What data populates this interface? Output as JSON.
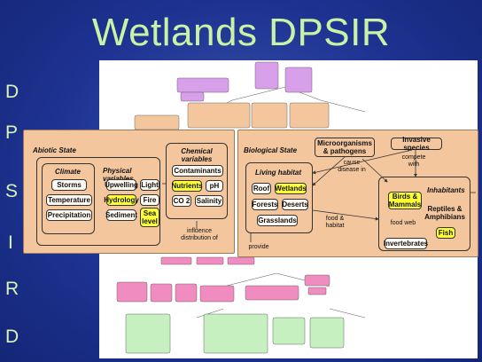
{
  "title": "Wetlands DPSIR",
  "side_letters": [
    "D",
    "P",
    "S",
    "I",
    "R",
    "D"
  ],
  "abiotic": {
    "header": "Abiotic State",
    "climate": {
      "header": "Climate",
      "items": [
        "Storms",
        "Temperature",
        "Precipitation"
      ]
    },
    "physical": {
      "header": "Physical variables",
      "items": [
        "Upwelling",
        "Light",
        "Hydrology",
        "Fire",
        "Sediment",
        "Sea level"
      ]
    },
    "chemical": {
      "header": "Chemical variables",
      "items": [
        "Contaminants",
        "Nutrients",
        "pH",
        "CO 2",
        "Salinity"
      ]
    },
    "influence_label": "influence distribution of"
  },
  "biological": {
    "header": "Biological State",
    "microorganisms": "Microorganisms & pathogens",
    "invasive": "Invasive species",
    "cause_label": "cause disease in",
    "compete_label": "compete with",
    "living_habitat": {
      "header": "Living habitat",
      "items": [
        "Roof",
        "Wetlands",
        "Forests",
        "Deserts",
        "Grasslands"
      ]
    },
    "inhabitants": {
      "header": "Inhabitants",
      "items": [
        "Birds & Mammals",
        "Reptiles & Amphibians",
        "Fish",
        "Invertebrates"
      ]
    },
    "food_web_label": "food web",
    "food_habitat_label": "food & habitat",
    "provide_label": "provide"
  },
  "colors": {
    "background": "#1e3392",
    "title": "#c9f2a4",
    "panel": "#f3c69e",
    "highlight": "#ffff33",
    "purple_box": "#d8a0ea",
    "pink_box": "#f08cc0",
    "green_box": "#c6f0c0"
  }
}
